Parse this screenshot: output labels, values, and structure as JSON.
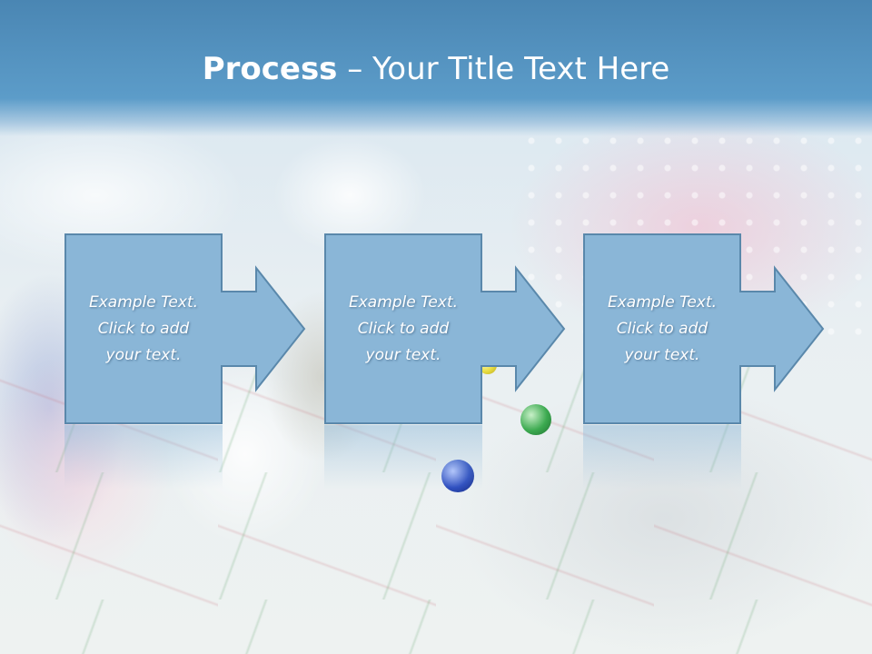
{
  "title": {
    "bold": "Process",
    "rest": " – Your Title Text Here"
  },
  "steps": [
    {
      "text": "Example Text.\nClick  to add\nyour text."
    },
    {
      "text": "Example Text.\nClick  to add\nyour text."
    },
    {
      "text": "Example Text.\nClick  to add\nyour text."
    }
  ],
  "colors": {
    "header": "#5c9cc9",
    "box_fill": "#8ab6d7",
    "box_border": "#5a88ab",
    "text": "#ffffff"
  }
}
